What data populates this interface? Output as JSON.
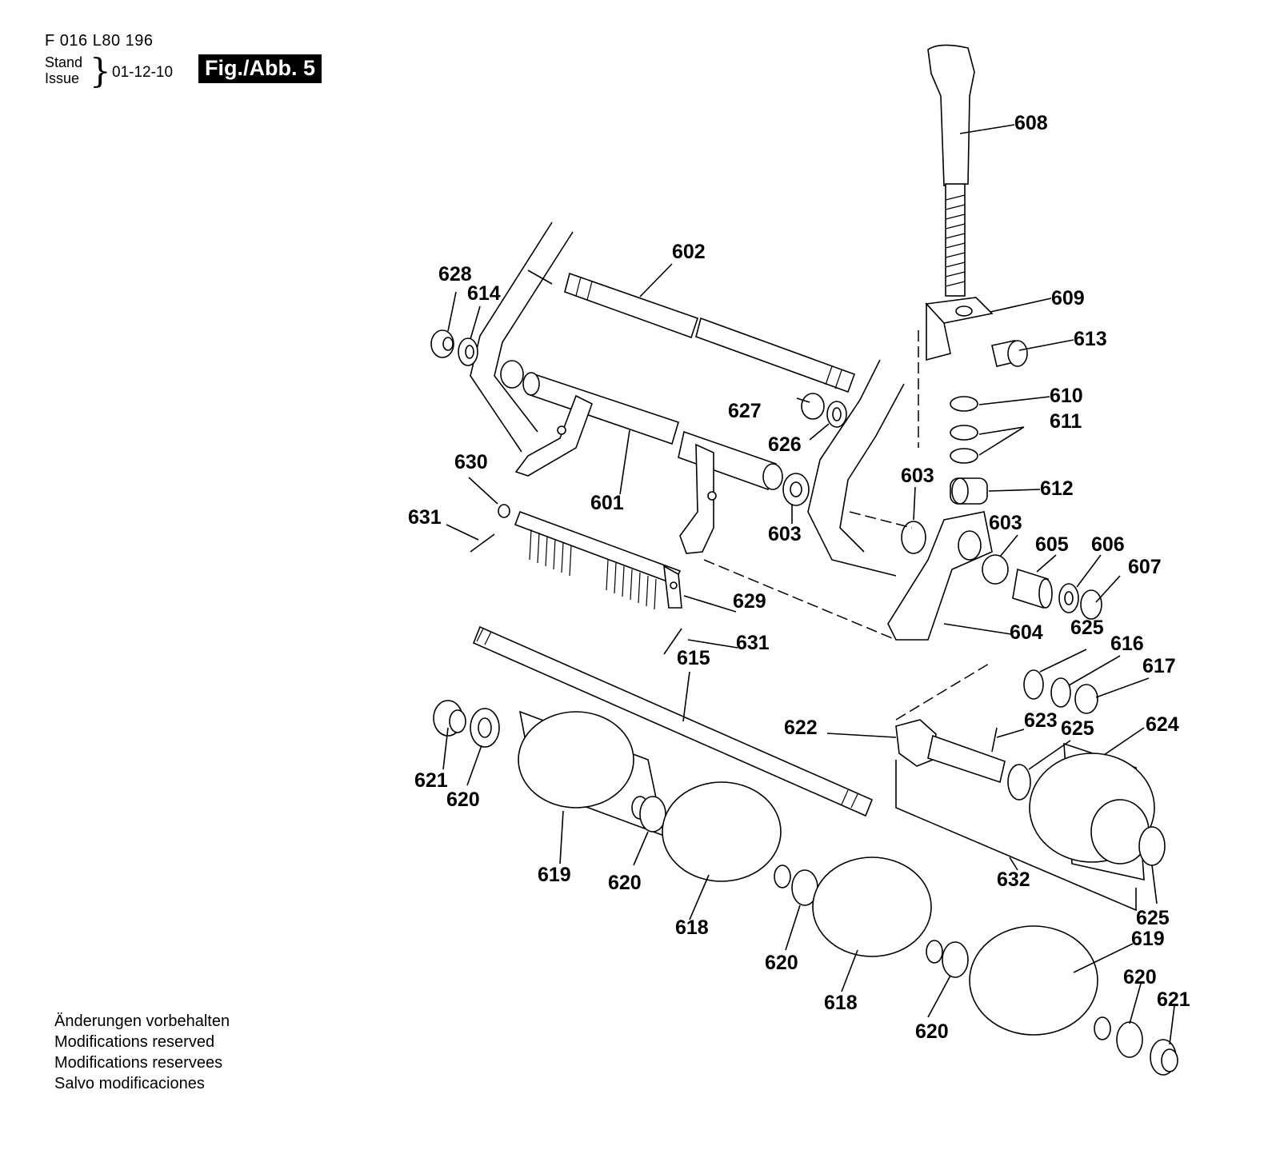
{
  "header": {
    "doc_number": "F 016 L80 196",
    "stand_label": "Stand",
    "issue_label": "Issue",
    "date": "01-12-10",
    "figure": "Fig./Abb. 5"
  },
  "footer": [
    "Änderungen vorbehalten",
    "Modifications reserved",
    "Modifications reservees",
    "Salvo modificaciones"
  ],
  "parts": {
    "p601": "601",
    "p602": "602",
    "p603a": "603",
    "p603b": "603",
    "p603c": "603",
    "p604": "604",
    "p605": "605",
    "p606": "606",
    "p607": "607",
    "p608": "608",
    "p609": "609",
    "p610": "610",
    "p611": "611",
    "p612": "612",
    "p613": "613",
    "p614": "614",
    "p615": "615",
    "p616": "616",
    "p617": "617",
    "p618a": "618",
    "p618b": "618",
    "p619a": "619",
    "p619b": "619",
    "p620a": "620",
    "p620b": "620",
    "p620c": "620",
    "p620d": "620",
    "p620e": "620",
    "p621a": "621",
    "p621b": "621",
    "p622": "622",
    "p623": "623",
    "p624": "624",
    "p625a": "625",
    "p625b": "625",
    "p625c": "625",
    "p626": "626",
    "p627": "627",
    "p628": "628",
    "p629": "629",
    "p630": "630",
    "p631a": "631",
    "p631b": "631",
    "p632": "632"
  }
}
